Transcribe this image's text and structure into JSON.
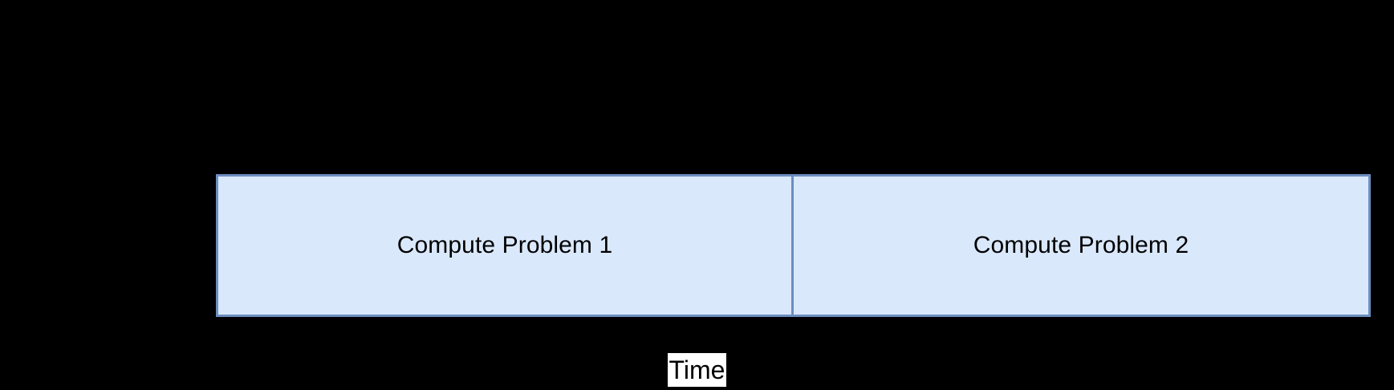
{
  "diagram": {
    "background_color": "#000000",
    "title": "",
    "axis": {
      "caption": "Time",
      "caption_text_color": "#000000",
      "caption_background_color": "#ffffff"
    },
    "blocks": [
      {
        "id": "block-compute-problem-1",
        "label": "Compute Problem 1",
        "fill_color": "#dae8fc",
        "border_color": "#6c8ebf",
        "text_color": "#000000"
      },
      {
        "id": "block-compute-problem-2",
        "label": "Compute Problem 2",
        "fill_color": "#dae8fc",
        "border_color": "#6c8ebf",
        "text_color": "#000000"
      }
    ]
  }
}
